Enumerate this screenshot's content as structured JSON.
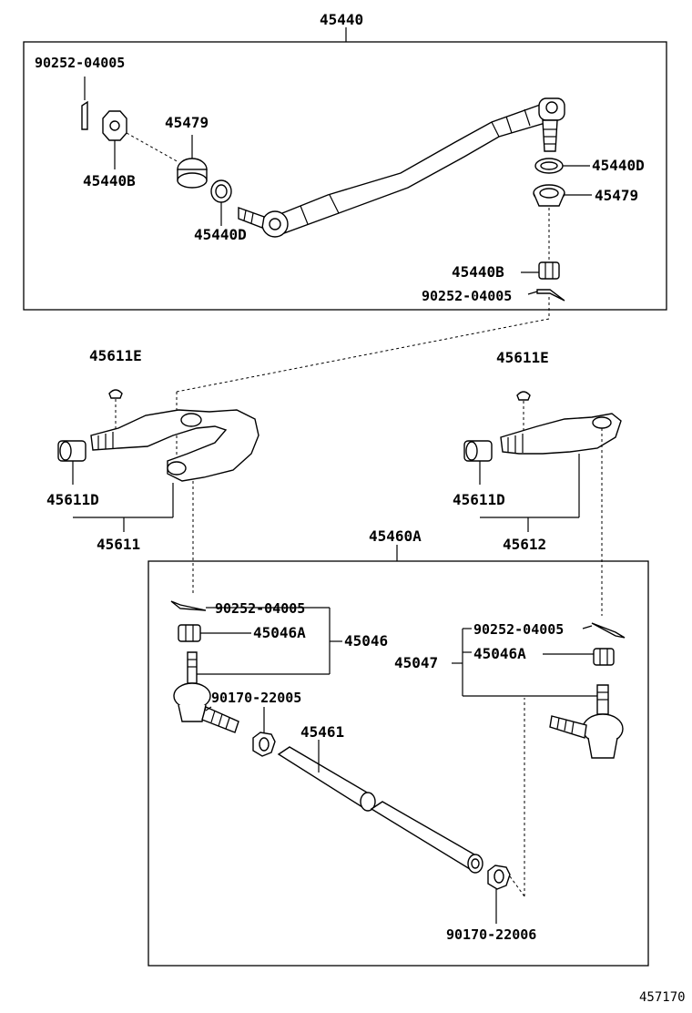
{
  "labels": {
    "assy_top": "45440",
    "pin_tl": "90252-04005",
    "seal_l": "45479",
    "nut_l": "45440B",
    "ring_l": "45440D",
    "ring_r": "45440D",
    "seal_r": "45479",
    "nut_r": "45440B",
    "pin_r": "90252-04005",
    "plug_l": "45611E",
    "plug_r": "45611E",
    "bush_l": "45611D",
    "bush_r": "45611D",
    "arm_l": "45611",
    "arm_r": "45612",
    "assy_bottom": "45460A",
    "pin_bl": "90252-04005",
    "nut_bl": "45046A",
    "end_l": "45046",
    "clamp_l": "90170-22005",
    "tube": "45461",
    "pin_br": "90252-04005",
    "end_r": "45047",
    "nut_br": "45046A",
    "clamp_r": "90170-22006",
    "page_code": "457170"
  }
}
